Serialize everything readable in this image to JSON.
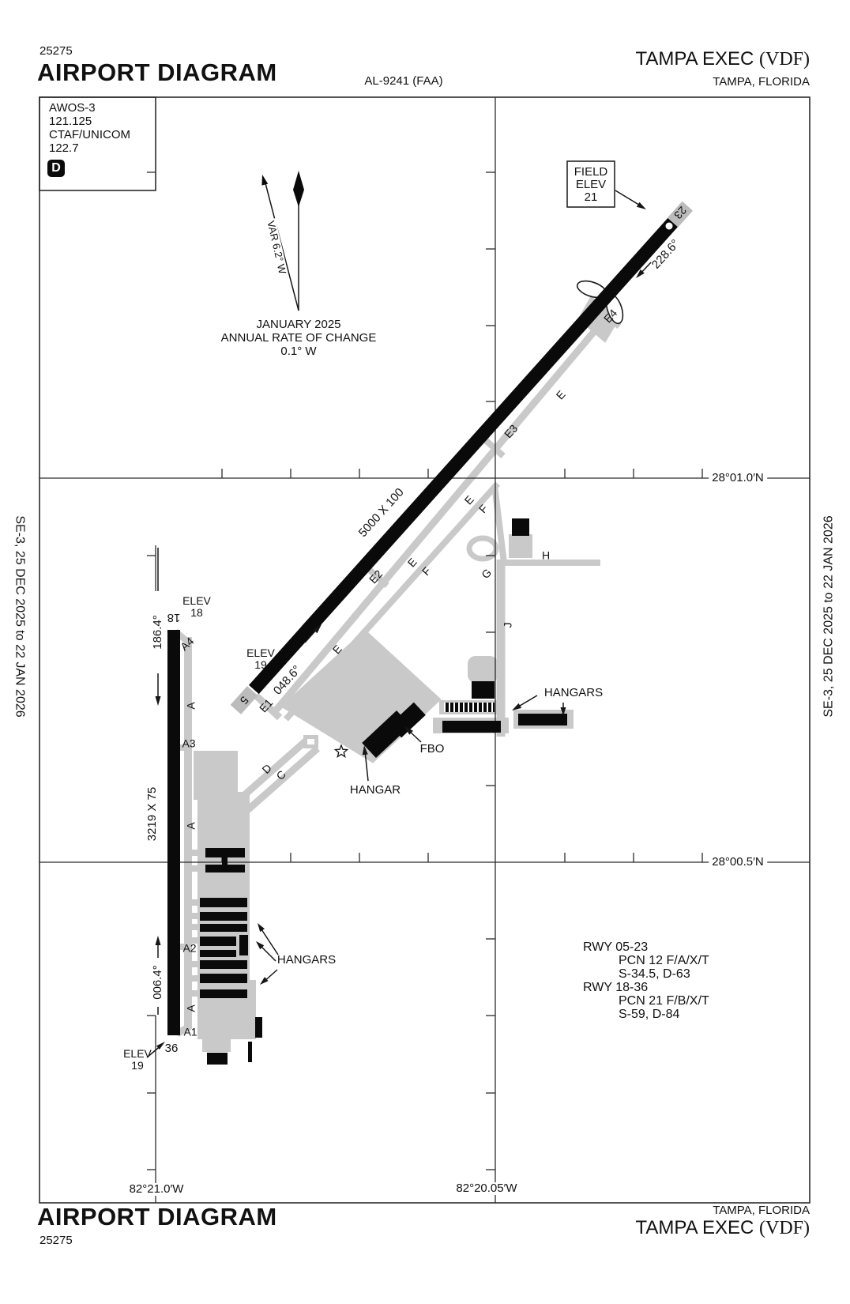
{
  "header": {
    "edition_number": "25275",
    "title": "AIRPORT DIAGRAM",
    "procedure_id": "AL-9241 (FAA)",
    "airport_name": "TAMPA EXEC",
    "airport_icao": "(VDF)",
    "city": "TAMPA, FLORIDA"
  },
  "footer": {
    "title": "AIRPORT DIAGRAM",
    "edition_number": "25275",
    "airport_name": "TAMPA EXEC",
    "airport_icao": "(VDF)",
    "city": "TAMPA, FLORIDA"
  },
  "margin_note": "SE-3,  25 DEC 2025  to  22 JAN 2026",
  "comm_box": {
    "line1": "AWOS-3",
    "line2": "121.125",
    "line3": "CTAF/UNICOM",
    "line4": "122.7",
    "badge": "D"
  },
  "north_arrow": {
    "variation": "VAR 6.2° W",
    "note1": "JANUARY 2025",
    "note2": "ANNUAL RATE OF CHANGE",
    "note3": "0.1° W"
  },
  "field_elev_box": {
    "line1": "FIELD",
    "line2": "ELEV",
    "line3": "21"
  },
  "graticule": {
    "lat_top": "28°01.0′N",
    "lat_bottom": "28°00.5′N",
    "lon_left": "82°21.0′W",
    "lon_right": "82°20.05′W"
  },
  "runway_05_23": {
    "end_low": "5",
    "end_high": "23",
    "dimensions": "5000 X 100",
    "heading_low": "048.6°",
    "heading_high": "228.6°",
    "elev_low_l1": "ELEV",
    "elev_low_l2": "19"
  },
  "runway_18_36": {
    "end_low": "18",
    "end_high": "36",
    "dimensions": "3219 X 75",
    "heading_low": "186.4°",
    "heading_high": "006.4°",
    "elev_low_l1": "ELEV",
    "elev_low_l2": "18",
    "elev_high_l1": "ELEV",
    "elev_high_l2": "19"
  },
  "taxiway_labels": {
    "a": "A",
    "a1": "A1",
    "a2": "A2",
    "a3": "A3",
    "a4": "A4",
    "c": "C",
    "d": "D",
    "e": "E",
    "e1": "E1",
    "e2": "E2",
    "e3": "E3",
    "e4": "E4",
    "f": "F",
    "g": "G",
    "h": "H",
    "j": "J"
  },
  "buildings": {
    "hangars_west": "HANGARS",
    "hangars_east": "HANGARS",
    "hangar": "HANGAR",
    "fbo": "FBO"
  },
  "runway_data": {
    "l1": "RWY 05-23",
    "l2": "PCN 12 F/A/X/T",
    "l3": "S-34.5, D-63",
    "l4": "RWY 18-36",
    "l5": "PCN 21 F/B/X/T",
    "l6": "S-59, D-84"
  },
  "colors": {
    "taxiway_gray": "#c9c9c9",
    "displaced_gray": "#bcbcbc",
    "ink": "#161616"
  }
}
